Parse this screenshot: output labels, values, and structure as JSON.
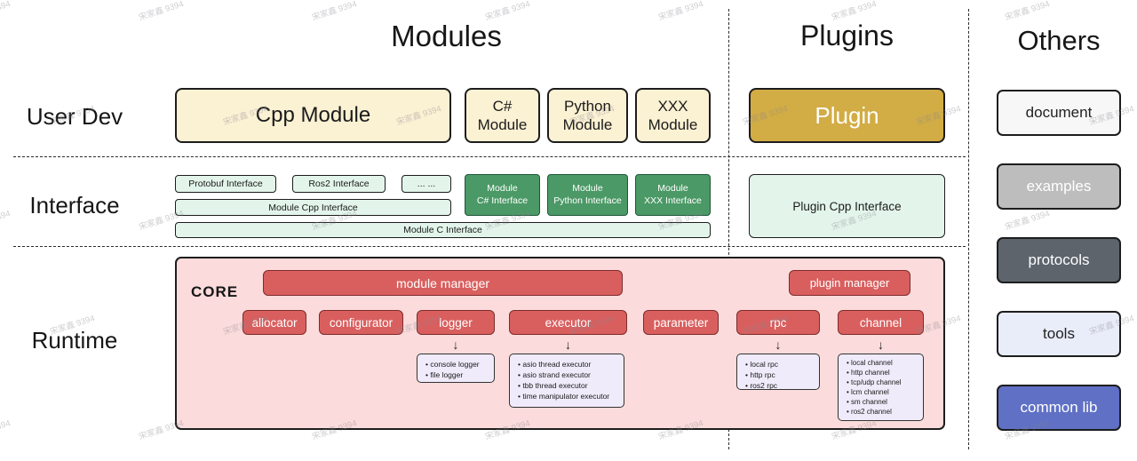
{
  "watermark": {
    "text": "宋家鑫 9394"
  },
  "headers": {
    "modules": "Modules",
    "plugins": "Plugins",
    "others": "Others"
  },
  "rows": {
    "user_dev": "User Dev",
    "interface": "Interface",
    "runtime": "Runtime"
  },
  "user_dev": {
    "cpp_module": "Cpp Module",
    "csharp_module": "C# Module",
    "python_module": "Python Module",
    "xxx_module": "XXX Module",
    "plugin": "Plugin"
  },
  "interface": {
    "protobuf": "Protobuf Interface",
    "ros2": "Ros2 Interface",
    "ellipsis": "... ...",
    "module_cpp": "Module Cpp Interface",
    "module_c": "Module C Interface",
    "green_boxes": [
      {
        "line1": "Module",
        "line2": "C# Interface"
      },
      {
        "line1": "Module",
        "line2": "Python Interface"
      },
      {
        "line1": "Module",
        "line2": "XXX Interface"
      }
    ],
    "plugin_cpp": "Plugin Cpp Interface"
  },
  "runtime": {
    "core": "CORE",
    "module_manager": "module manager",
    "plugin_manager": "plugin manager",
    "components": [
      "allocator",
      "configurator",
      "logger",
      "executor",
      "parameter",
      "rpc",
      "channel"
    ],
    "logger_items": [
      "console logger",
      "file logger"
    ],
    "executor_items": [
      "asio thread executor",
      "asio strand executor",
      "tbb thread executor",
      "time manipulator executor"
    ],
    "rpc_items": [
      "local rpc",
      "http rpc",
      "ros2 rpc"
    ],
    "channel_items": [
      "local channel",
      "http channel",
      "tcp/udp channel",
      "lcm channel",
      "sm channel",
      "ros2 channel"
    ]
  },
  "others": {
    "items": [
      {
        "label": "document"
      },
      {
        "label": "examples"
      },
      {
        "label": "protocols"
      },
      {
        "label": "tools"
      },
      {
        "label": "common lib"
      }
    ]
  },
  "colors": {
    "cream": "#FBF1D3",
    "gold": "#D2AC44",
    "light_green": "#E3F5EA",
    "green": "#4B9966",
    "core_pink": "#FBDBDB",
    "red": "#D95F5F",
    "lavender": "#EFEBFA",
    "document_bg": "#F7F7F7",
    "examples_bg": "#BDBDBD",
    "protocols_bg": "#5D646C",
    "tools_bg": "#E9ECF9",
    "common_lib_bg": "#5F70C5"
  }
}
